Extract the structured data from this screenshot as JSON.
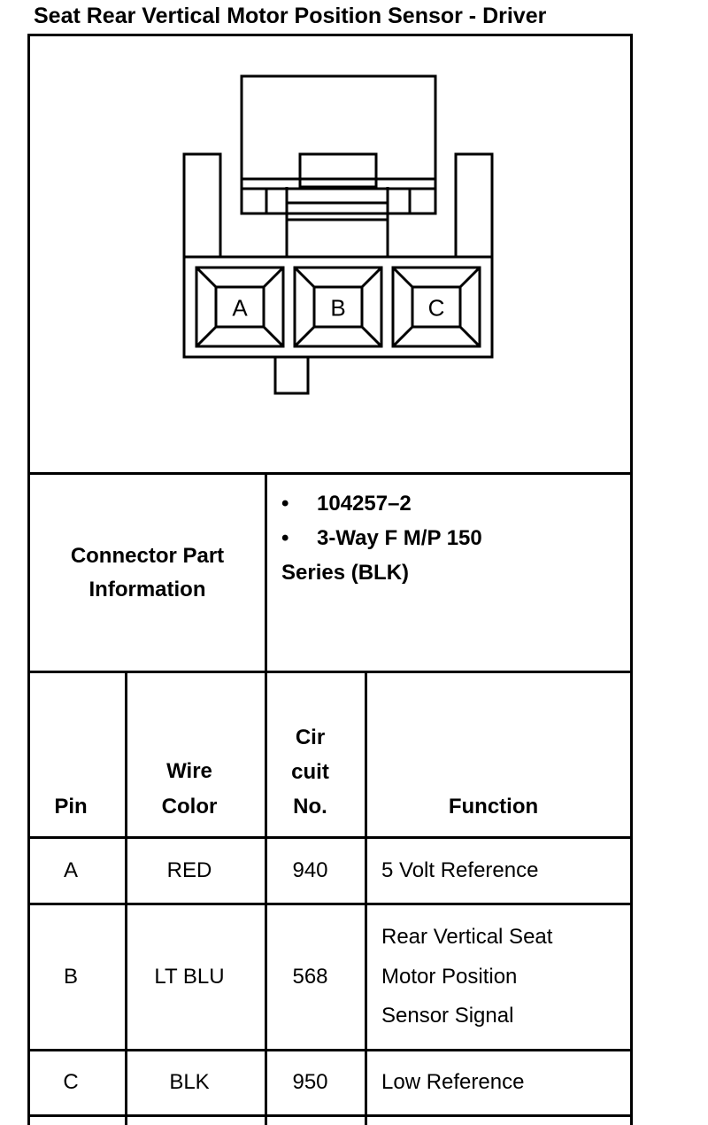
{
  "title": "Seat Rear Vertical Motor Position Sensor - Driver",
  "connector": {
    "cavities": [
      "A",
      "B",
      "C"
    ]
  },
  "part_info": {
    "label_line1": "Connector Part",
    "label_line2": "Information",
    "bullet": "•",
    "items": [
      "104257–2",
      "3-Way F M/P 150"
    ],
    "continuation": "Series (BLK)"
  },
  "table": {
    "headers": {
      "pin": "Pin",
      "wire_color": [
        "Wire",
        "Color"
      ],
      "circuit": [
        "Cir",
        "cuit",
        "No."
      ],
      "function": "Function"
    },
    "rows": [
      {
        "pin": "A",
        "wire_color": "RED",
        "circuit": "940",
        "function": [
          "5 Volt Reference"
        ]
      },
      {
        "pin": "B",
        "wire_color": "LT BLU",
        "circuit": "568",
        "function": [
          "Rear Vertical Seat",
          "Motor Position",
          "Sensor Signal"
        ]
      },
      {
        "pin": "C",
        "wire_color": "BLK",
        "circuit": "950",
        "function": [
          "Low Reference"
        ]
      }
    ]
  }
}
